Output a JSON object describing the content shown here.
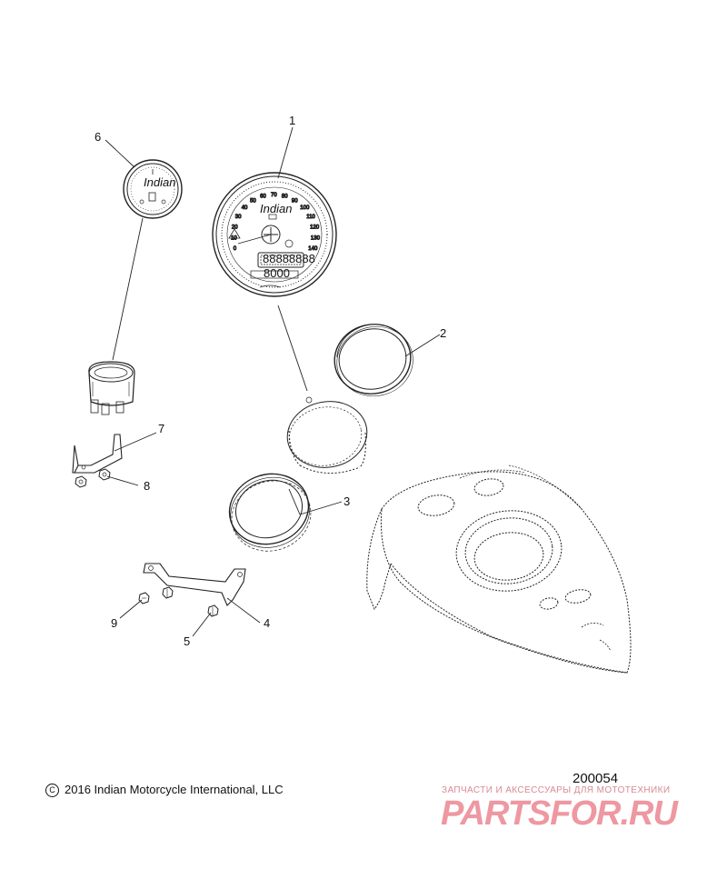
{
  "callouts": [
    {
      "id": "1",
      "label": "1"
    },
    {
      "id": "2",
      "label": "2"
    },
    {
      "id": "3",
      "label": "3"
    },
    {
      "id": "4",
      "label": "4"
    },
    {
      "id": "5",
      "label": "5"
    },
    {
      "id": "6",
      "label": "6"
    },
    {
      "id": "7",
      "label": "7"
    },
    {
      "id": "8",
      "label": "8"
    },
    {
      "id": "9",
      "label": "9"
    }
  ],
  "copyright": {
    "symbol": "C",
    "text": "2016 Indian Motorcycle International, LLC"
  },
  "reference_number": "200054",
  "watermark": {
    "tagline": "ЗАПЧАСТИ И АКСЕССУАРЫ ДЛЯ МОТОТЕХНИКИ",
    "logo_text": "PARTSFOR.RU"
  },
  "speedometer": {
    "brand": "Indian",
    "mph_labels": [
      "0",
      "10",
      "20",
      "30",
      "40",
      "50",
      "60",
      "70",
      "80",
      "90",
      "100",
      "110",
      "120",
      "130",
      "140"
    ],
    "odometer": "88888888",
    "trip": "8000"
  },
  "small_gauge": {
    "brand": "Indian"
  }
}
